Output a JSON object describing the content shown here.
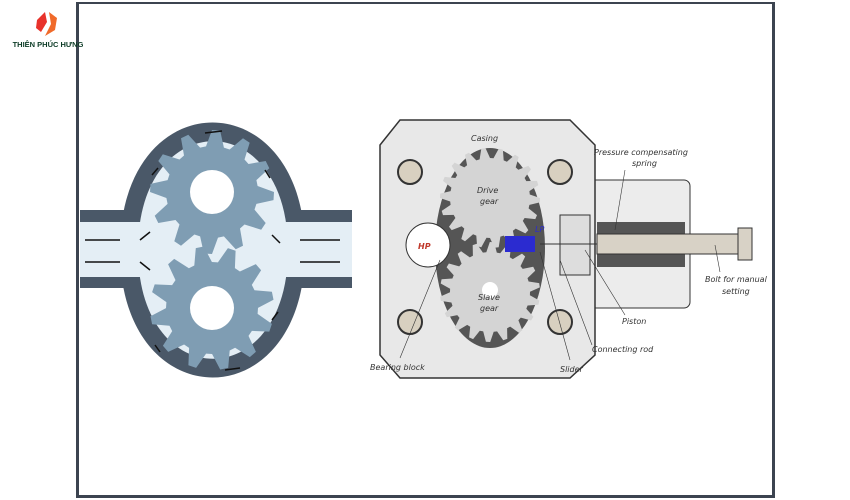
{
  "logo": {
    "text": "THIÊN PHÚC HƯNG"
  },
  "diagram": {
    "labels": {
      "casing": "Casing",
      "drive_gear_1": "Drive",
      "drive_gear_2": "gear",
      "slave_gear_1": "Slave",
      "slave_gear_2": "gear",
      "hp": "HP",
      "lp": "LP",
      "spring_1": "Pressure compensating",
      "spring_2": "spring",
      "bolt_1": "Bolt for manual",
      "bolt_2": "setting",
      "piston": "Piston",
      "connecting_rod": "Connecting rod",
      "slider": "Slider",
      "bearing_block": "Bearing block"
    },
    "colors": {
      "casing_dark": "#4a5868",
      "gear_blue": "#7f9db3",
      "fluid": "#e4eef5",
      "hp_red": "#c0392b",
      "lp_blue": "#2b2bd0"
    }
  }
}
